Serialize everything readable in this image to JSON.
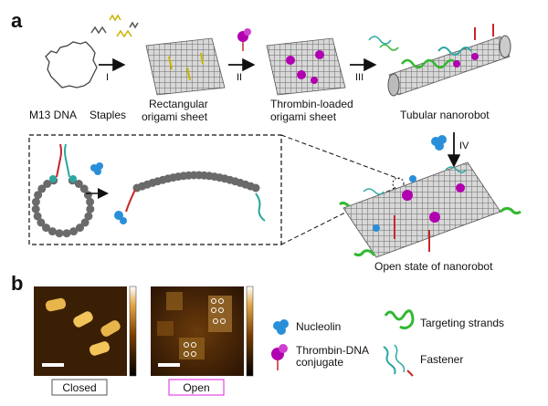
{
  "panel_a": {
    "letter": "a",
    "step_labels": [
      "I",
      "II",
      "III",
      "IV"
    ],
    "items": {
      "m13": "M13 DNA",
      "staples": "Staples",
      "sheet_line1": "Rectangular",
      "sheet_line2": "origami sheet",
      "thrombin_line1": "Thrombin-loaded",
      "thrombin_line2": "origami sheet",
      "tubular": "Tubular nanorobot",
      "open_state": "Open state of nanorobot"
    }
  },
  "panel_b": {
    "letter": "b",
    "closed_label": "Closed",
    "open_label": "Open"
  },
  "legend": {
    "nucleolin": "Nucleolin",
    "thrombin_line1": "Thrombin-DNA",
    "thrombin_line2": "conjugate",
    "targeting": "Targeting strands",
    "fastener": "Fastener"
  },
  "colors": {
    "dna_grey": "#7a7a7a",
    "thrombin_purple": "#b000b0",
    "nucleolin_blue": "#2a8fd8",
    "targeting_green": "#33b833",
    "fastener_teal": "#2aa7a0",
    "dna_red": "#c8262a",
    "afm_dark": "#3a1f05",
    "afm_bright": "#f2c45a",
    "open_tag": "#e020e0"
  }
}
